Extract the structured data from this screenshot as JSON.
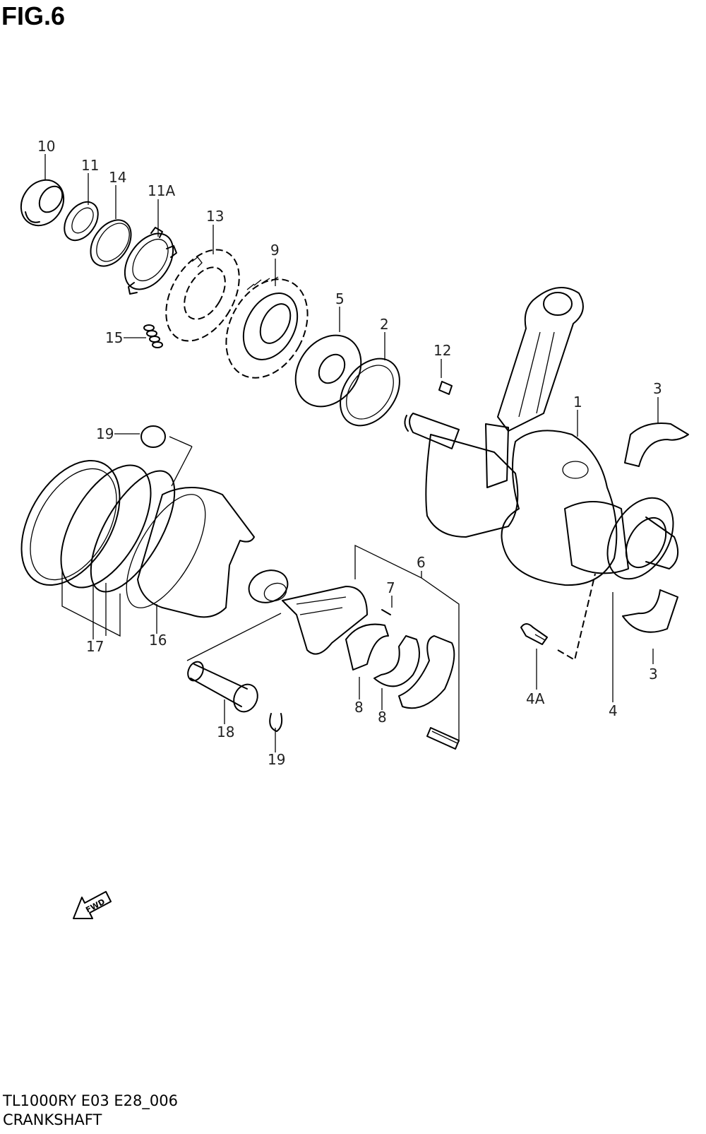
{
  "figure": {
    "title": "FIG.6"
  },
  "callouts": [
    "10",
    "11",
    "14",
    "11A",
    "13",
    "9",
    "5",
    "2",
    "12",
    "1",
    "3",
    "15",
    "19",
    "6",
    "7",
    "17",
    "16",
    "8",
    "8",
    "18",
    "19",
    "4A",
    "3",
    "4"
  ],
  "fwd_arrow": {
    "label": "FWD",
    "icon": "fwd-arrow-icon"
  },
  "footer": {
    "model_code": "TL1000RY E03 E28_006",
    "section_name": "CRANKSHAFT"
  }
}
